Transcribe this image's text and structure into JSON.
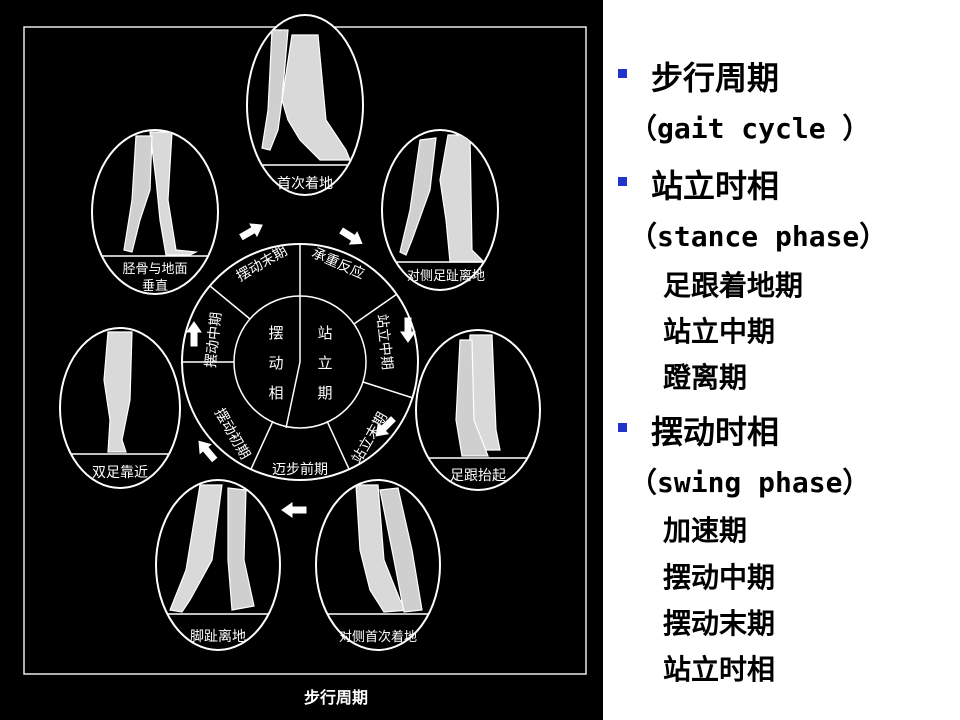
{
  "diagram": {
    "caption": "步行周期",
    "center_left": [
      "摆",
      "动",
      "相"
    ],
    "center_right": [
      "站",
      "立",
      "期"
    ],
    "ring_segments": [
      "承重反应",
      "站立中期",
      "站立末期",
      "迈步前期",
      "摆动初期",
      "摆动中期",
      "摆动末期"
    ],
    "foot_labels": {
      "top": "首次着地",
      "top_right": "对侧足趾离地",
      "right": "足跟抬起",
      "bottom_right": "对侧首次着地",
      "bottom_left": "脚趾离地",
      "left": "双足靠近",
      "top_left_1": "胫骨与地面",
      "top_left_2": "垂直"
    }
  },
  "list": {
    "item1": {
      "title": "步行周期",
      "english": "（gait cycle ）"
    },
    "item2": {
      "title": "站立时相",
      "english": "（stance phase）",
      "subs": [
        "足跟着地期",
        "站立中期",
        "蹬离期"
      ]
    },
    "item3": {
      "title": "摆动时相",
      "english": "（swing phase）",
      "subs": [
        "加速期",
        "摆动中期",
        "摆动末期",
        "站立时相"
      ]
    }
  },
  "colors": {
    "bullet": "#2233cc",
    "panel": "#000000"
  }
}
